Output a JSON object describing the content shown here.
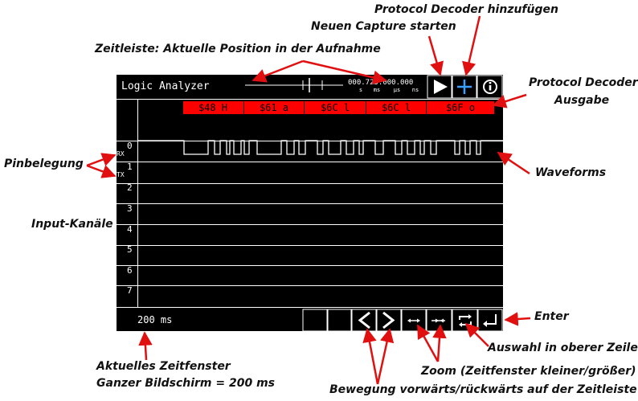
{
  "app": {
    "title": "Logic Analyzer",
    "position_digits": "000.725.000.000",
    "position_units": [
      "s",
      "ms",
      "µs",
      "ns"
    ],
    "time_window": "200 ms"
  },
  "decoder_output": [
    "$48 H",
    "$61 a",
    "$6C l",
    "$6C l",
    "$6F o"
  ],
  "channels": [
    {
      "number": "0",
      "pin": "RX"
    },
    {
      "number": "1",
      "pin": "TX"
    },
    {
      "number": "2",
      "pin": ""
    },
    {
      "number": "3",
      "pin": ""
    },
    {
      "number": "4",
      "pin": ""
    },
    {
      "number": "5",
      "pin": ""
    },
    {
      "number": "6",
      "pin": ""
    },
    {
      "number": "7",
      "pin": ""
    }
  ],
  "icons": {
    "play": "play-icon",
    "add": "plus-icon",
    "info": "info-icon",
    "back": "chevron-left-icon",
    "forward": "chevron-right-icon",
    "zoom_out": "expand-horizontal-icon",
    "zoom_in": "collapse-horizontal-icon",
    "toggle": "swap-icon",
    "enter": "enter-icon"
  },
  "colors": {
    "decoder_bg": "#ff0000",
    "screen_bg": "#000000",
    "foreground": "#ffffff",
    "accent_plus": "#3aa0ff",
    "arrow": "#e01010"
  },
  "annotations": {
    "protocol_add": "Protocol Decoder hinzufügen",
    "new_capture": "Neuen Capture starten",
    "timeline": "Zeitleiste: Aktuelle Position in der Aufnahme",
    "decoder_output_1": "Protocol Decoder",
    "decoder_output_2": "Ausgabe",
    "pinout": "Pinbelegung",
    "waveforms": "Waveforms",
    "input_channels": "Input-Kanäle",
    "enter": "Enter",
    "select_row": "Auswahl in oberer Zeile",
    "zoom": "Zoom (Zeitfenster kleiner/größer)",
    "move": "Bewegung vorwärts/rückwärts auf der Zeitleiste",
    "time_window_1": "Aktuelles Zeitfenster",
    "time_window_2": "Ganzer Bildschirm = 200 ms"
  }
}
